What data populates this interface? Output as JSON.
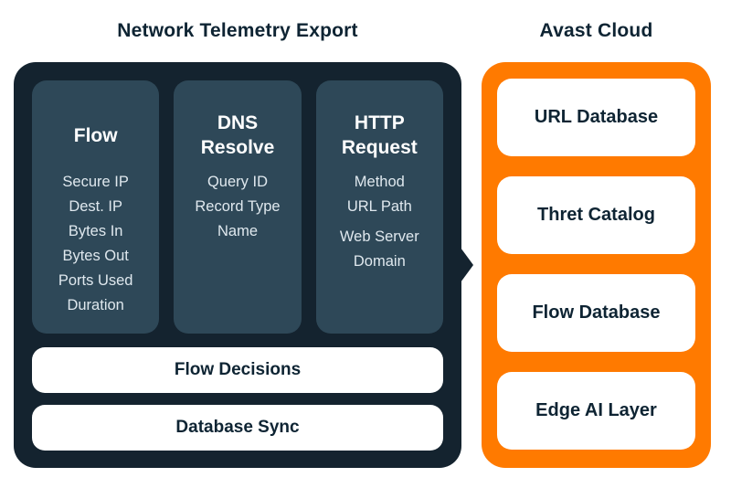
{
  "colors": {
    "dark_navy": "#14232f",
    "slate": "#2e4858",
    "orange": "#ff7a00",
    "light_text": "#dfe8ee",
    "dark_text": "#0e2433"
  },
  "left_panel": {
    "title": "Network Telemetry Export",
    "columns": [
      {
        "title": "Flow",
        "items": [
          "Secure IP",
          "Dest. IP",
          "Bytes In",
          "Bytes Out",
          "Ports Used",
          "Duration"
        ]
      },
      {
        "title": "DNS Resolve",
        "items": [
          "Query ID",
          "Record Type",
          "Name"
        ]
      },
      {
        "title": "HTTP Request",
        "items": [
          "Method",
          "URL Path",
          "Web Server Domain"
        ]
      }
    ],
    "bars": [
      "Flow Decisions",
      "Database Sync"
    ]
  },
  "right_panel": {
    "title": "Avast Cloud",
    "boxes": [
      "URL Database",
      "Thret Catalog",
      "Flow Database",
      "Edge AI Layer"
    ]
  }
}
